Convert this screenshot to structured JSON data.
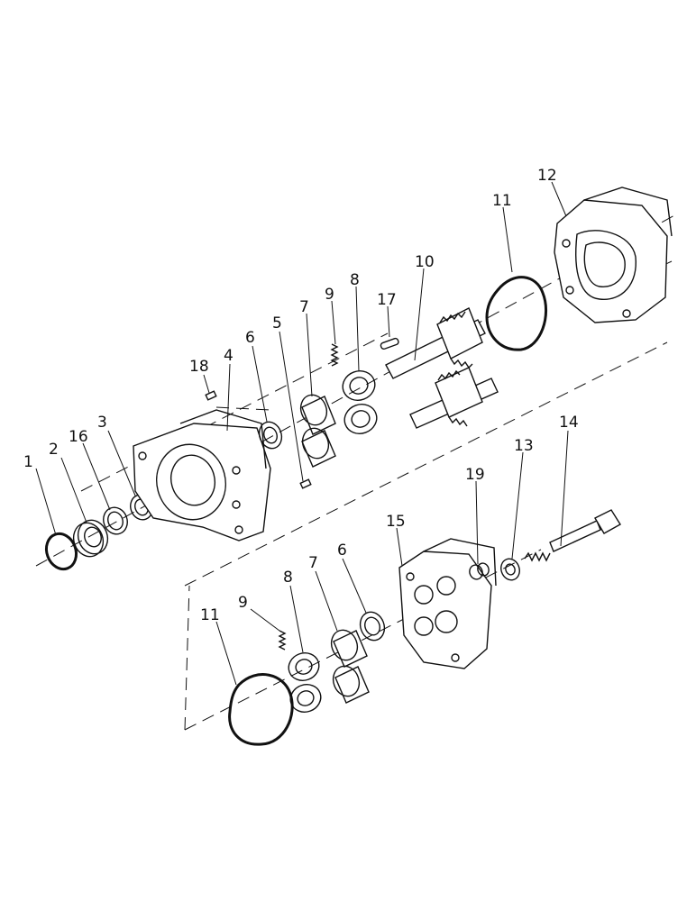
{
  "diagram": {
    "callouts": [
      {
        "id": "c1",
        "label": "1"
      },
      {
        "id": "c2",
        "label": "2"
      },
      {
        "id": "c16",
        "label": "16"
      },
      {
        "id": "c3",
        "label": "3"
      },
      {
        "id": "c4",
        "label": "4"
      },
      {
        "id": "c18",
        "label": "18"
      },
      {
        "id": "c6a",
        "label": "6"
      },
      {
        "id": "c5",
        "label": "5"
      },
      {
        "id": "c7a",
        "label": "7"
      },
      {
        "id": "c9a",
        "label": "9"
      },
      {
        "id": "c8a",
        "label": "8"
      },
      {
        "id": "c17",
        "label": "17"
      },
      {
        "id": "c10",
        "label": "10"
      },
      {
        "id": "c11a",
        "label": "11"
      },
      {
        "id": "c12",
        "label": "12"
      },
      {
        "id": "c14",
        "label": "14"
      },
      {
        "id": "c13",
        "label": "13"
      },
      {
        "id": "c19",
        "label": "19"
      },
      {
        "id": "c15",
        "label": "15"
      },
      {
        "id": "c6b",
        "label": "6"
      },
      {
        "id": "c7b",
        "label": "7"
      },
      {
        "id": "c8b",
        "label": "8"
      },
      {
        "id": "c9b",
        "label": "9"
      },
      {
        "id": "c11b",
        "label": "11"
      }
    ]
  }
}
